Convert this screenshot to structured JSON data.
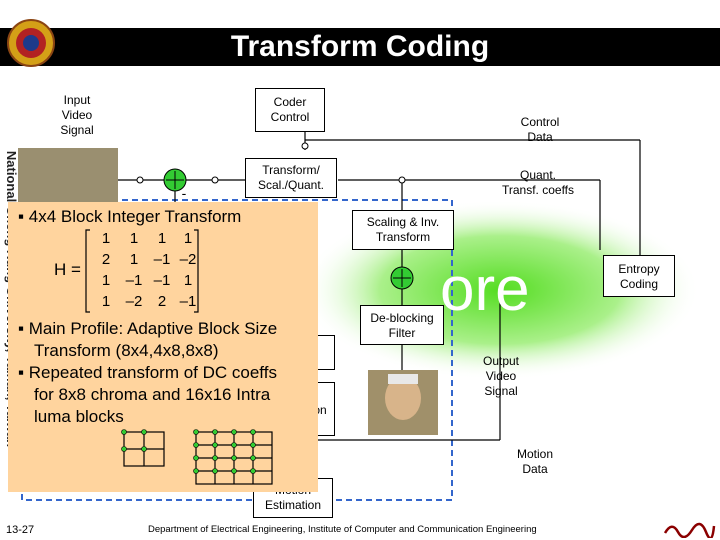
{
  "title": "Transform Coding",
  "side_text": "National Cheng Kung University, Tainan, Taiwan",
  "diagram": {
    "input_video_signal": "Input\nVideo\nSignal",
    "coder_control": "Coder\nControl",
    "control_data": "Control\nData",
    "transform_scal_quant": "Transform/\nScal./Quant.",
    "quant_transf_coeffs": "Quant.\nTransf. coeffs",
    "scaling_inv_transform": "Scaling & Inv.\nTransform",
    "entropy_coding": "Entropy\nCoding",
    "deblocking_filter": "De-blocking\nFilter",
    "output_video_signal": "Output\nVideo\nSignal",
    "motion_data": "Motion\nData",
    "motion_estimation": "Motion\nEstimation",
    "core_text": "ore",
    "partial_on": "on",
    "minus_sign": "-"
  },
  "overlay": {
    "bullet1": "▪ 4x4 Block Integer Transform",
    "matrix_label": "H =",
    "matrix": [
      [
        "1",
        "1",
        "1",
        "1"
      ],
      [
        "2",
        "1",
        "–1",
        "–2"
      ],
      [
        "1",
        "–1",
        "–1",
        "1"
      ],
      [
        "1",
        "–2",
        "2",
        "–1"
      ]
    ],
    "bullet2_line1": "▪ Main Profile: Adaptive Block Size",
    "bullet2_line2": "Transform (8x4,4x8,8x8)",
    "bullet3_line1": "▪ Repeated transform of DC coeffs",
    "bullet3_line2": "for 8x8 chroma and 16x16 Intra",
    "bullet3_line3": "luma blocks"
  },
  "footer": {
    "slide_number": "13-27",
    "department": "Department of Electrical Engineering, Institute of Computer and Communication Engineering"
  },
  "colors": {
    "title_bar": "#000000",
    "overlay": "#ffd49e",
    "green_nodes": "#33cc33",
    "core_glow": "#66dd33"
  }
}
